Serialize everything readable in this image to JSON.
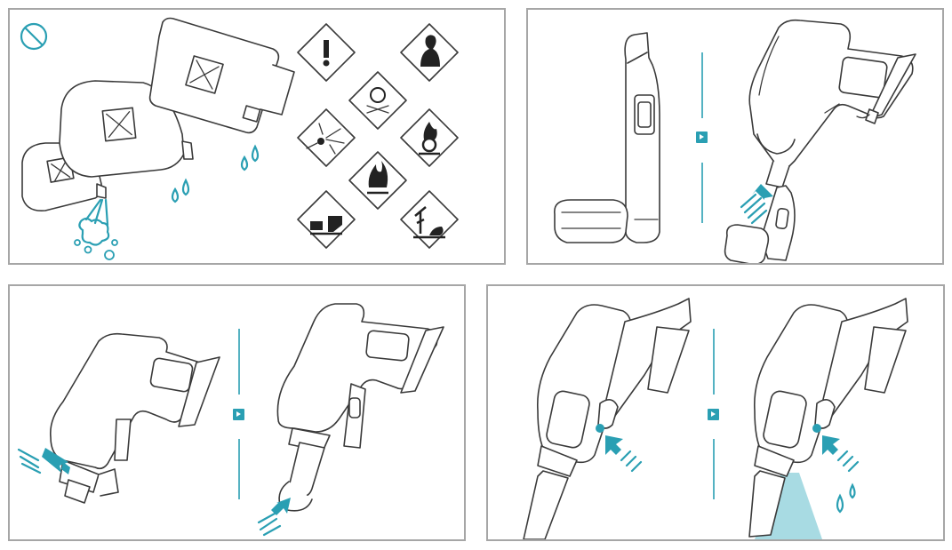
{
  "colors": {
    "accent": "#2a9fb3",
    "frame": "#a6a6a6",
    "line": "#3a3a3a",
    "mist": "#a8dbe3"
  },
  "panels": [
    {
      "id": "chemical-warning",
      "icons": [
        "prohibited-icon",
        "water-drop-icon",
        "hazard-pictogram-icon"
      ]
    },
    {
      "id": "attach-handle",
      "icons": [
        "next-step-icon",
        "push-arrow-icon"
      ]
    },
    {
      "id": "attach-tube",
      "icons": [
        "next-step-icon",
        "push-arrow-icon"
      ]
    },
    {
      "id": "spray-button",
      "icons": [
        "next-step-icon",
        "press-arrow-icon",
        "water-drop-icon"
      ]
    }
  ]
}
